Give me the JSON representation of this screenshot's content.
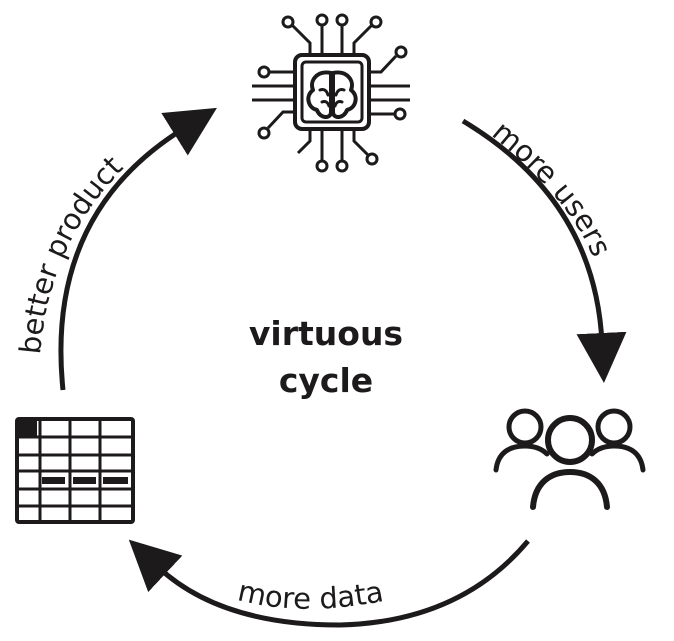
{
  "diagram": {
    "center_label_line1": "virtuous",
    "center_label_line2": "cycle",
    "edges": {
      "ai_to_users": "more users",
      "users_to_data": "more data",
      "data_to_ai": "better product"
    },
    "nodes": {
      "ai": {
        "icon": "ai-chip-brain-icon"
      },
      "users": {
        "icon": "users-group-icon"
      },
      "data": {
        "icon": "data-table-icon"
      }
    }
  },
  "colors": {
    "ink": "#1c1a1b",
    "background": "#ffffff"
  }
}
